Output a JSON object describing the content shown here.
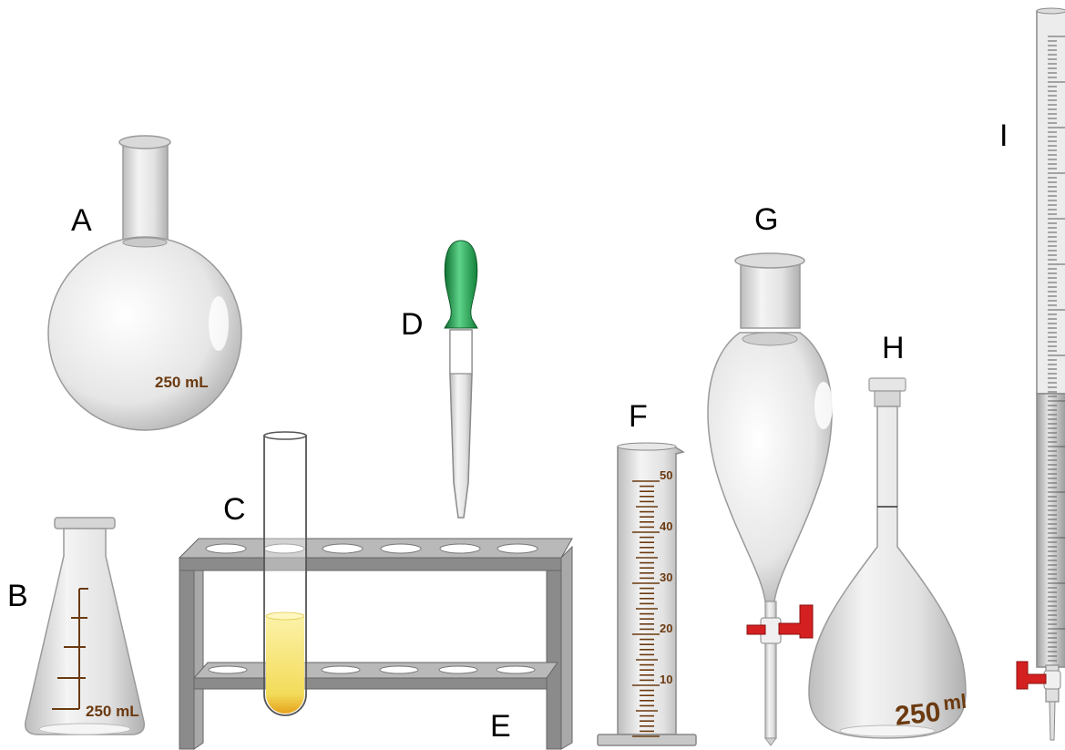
{
  "labels": {
    "a": "A",
    "b": "B",
    "c": "C",
    "d": "D",
    "e": "E",
    "f": "F",
    "g": "G",
    "h": "H",
    "i": "I"
  },
  "markings": {
    "flask_a": "250 mL",
    "flask_b": "250 mL",
    "flask_h": "250",
    "flask_h_unit": "ml",
    "cylinder_ticks": [
      "50",
      "40",
      "30",
      "20",
      "10"
    ]
  },
  "colors": {
    "glass": "#e9e9e9",
    "rack": "#8e8e8e",
    "bulb": "#1e9a4a",
    "liquid": "#f4e27a",
    "stopcock": "#d42020",
    "marking": "#6b3a10"
  }
}
